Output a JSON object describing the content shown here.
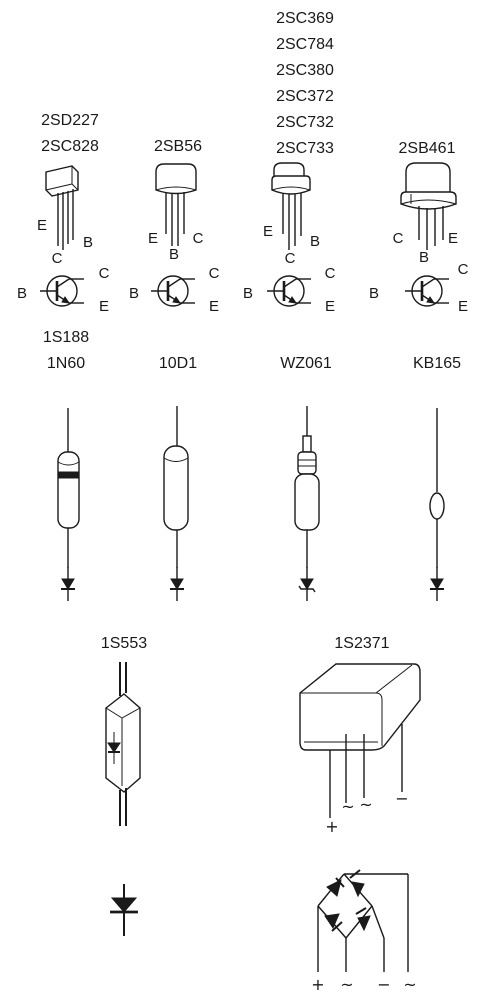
{
  "transistors": [
    {
      "part_numbers": [
        "2SD227",
        "2SC828"
      ],
      "pins_package": [
        "E",
        "C",
        "B"
      ],
      "pins_symbol": [
        "B",
        "C",
        "E"
      ]
    },
    {
      "part_numbers": [
        "2SB56"
      ],
      "pins_package": [
        "E",
        "B",
        "C"
      ],
      "pins_symbol": [
        "B",
        "C",
        "E"
      ]
    },
    {
      "part_numbers": [
        "2SC369",
        "2SC784",
        "2SC380",
        "2SC372",
        "2SC732",
        "2SC733"
      ],
      "pins_package": [
        "E",
        "C",
        "B"
      ],
      "pins_symbol": [
        "B",
        "C",
        "E"
      ]
    },
    {
      "part_numbers": [
        "2SB461"
      ],
      "pins_package": [
        "C",
        "B",
        "E"
      ],
      "pins_symbol": [
        "B",
        "C",
        "E"
      ]
    }
  ],
  "diodes": [
    {
      "part_numbers": [
        "1S188",
        "1N60"
      ]
    },
    {
      "part_numbers": [
        "10D1"
      ]
    },
    {
      "part_numbers": [
        "WZ061"
      ]
    },
    {
      "part_numbers": [
        "KB165"
      ]
    }
  ],
  "bottom": {
    "diode_1s553": {
      "part_number": "1S553"
    },
    "bridge": {
      "part_number": "1S2371",
      "package_terminals": [
        "+",
        "~",
        "~",
        "−"
      ],
      "symbol_terminals": [
        "+",
        "~",
        "−",
        "~"
      ]
    }
  }
}
